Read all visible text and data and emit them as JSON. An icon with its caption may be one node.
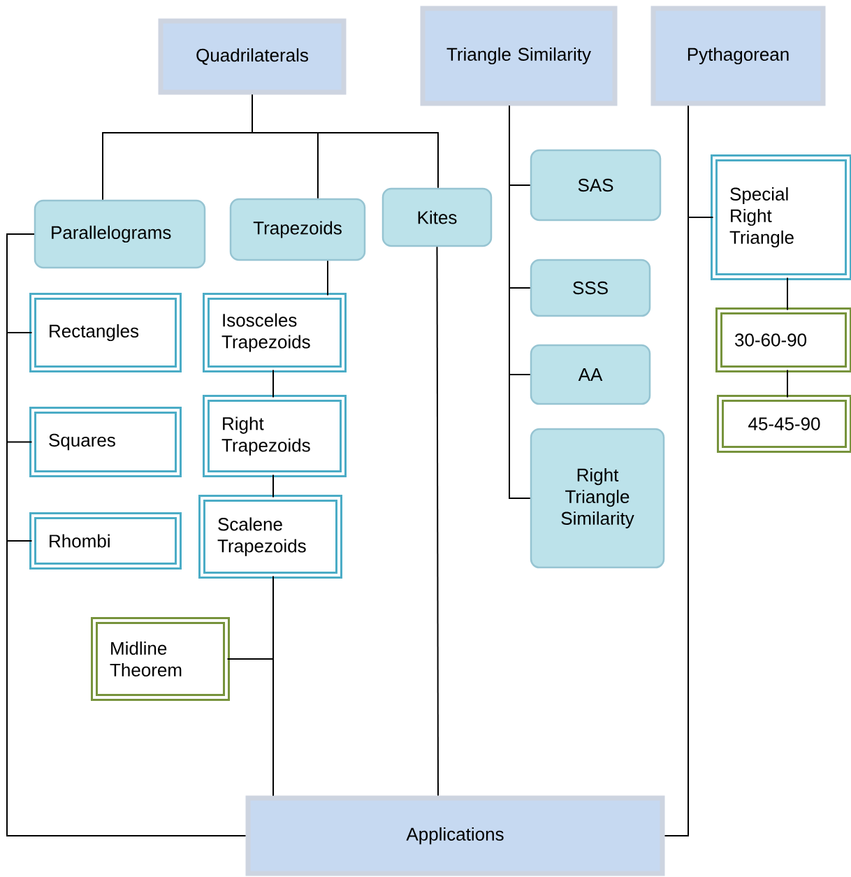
{
  "diagram": {
    "nodes": [
      {
        "text": [
          "Quadrilaterals"
        ]
      },
      {
        "text": [
          "Triangle Similarity"
        ]
      },
      {
        "text": [
          "Pythagorean"
        ]
      },
      {
        "text": [
          "Parallelograms"
        ]
      },
      {
        "text": [
          "Trapezoids"
        ]
      },
      {
        "text": [
          "Kites"
        ]
      },
      {
        "text": [
          "Rectangles"
        ]
      },
      {
        "text": [
          "Isosceles Trapezoids"
        ]
      },
      {
        "text": [
          "Squares"
        ]
      },
      {
        "text": [
          "Right Trapezoids"
        ]
      },
      {
        "text": [
          "Rhombi"
        ]
      },
      {
        "text": [
          "Scalene Trapezoids"
        ]
      },
      {
        "text": [
          "Midline Theorem"
        ]
      },
      {
        "text": [
          "SAS"
        ]
      },
      {
        "text": [
          "SSS"
        ]
      },
      {
        "text": [
          "AA"
        ]
      },
      {
        "text": [
          "Right Triangle Similarity"
        ]
      },
      {
        "text": [
          "Special Right Triangle"
        ]
      },
      {
        "text": [
          "30-60-90"
        ]
      },
      {
        "text": [
          "45-45-90"
        ]
      },
      {
        "text": [
          "Applications"
        ]
      }
    ],
    "edges": [
      {
        "from": 0,
        "to": 3,
        "arrow": "none"
      },
      {
        "from": 0,
        "to": 4,
        "arrow": "none"
      },
      {
        "from": 0,
        "to": 5,
        "arrow": "none"
      },
      {
        "from": 3,
        "to": 6,
        "arrow": "none"
      },
      {
        "from": 3,
        "to": 8,
        "arrow": "none"
      },
      {
        "from": 3,
        "to": 10,
        "arrow": "none"
      },
      {
        "from": 3,
        "to": 20,
        "arrow": "none"
      },
      {
        "from": 4,
        "to": 7,
        "arrow": "none"
      },
      {
        "from": 7,
        "to": 9,
        "arrow": "none"
      },
      {
        "from": 9,
        "to": 11,
        "arrow": "none"
      },
      {
        "from": 11,
        "to": 20,
        "arrow": "none"
      },
      {
        "from": 12,
        "to": 20,
        "arrow": "none"
      },
      {
        "from": 5,
        "to": 20,
        "arrow": "none"
      },
      {
        "from": 1,
        "to": 13,
        "arrow": "none"
      },
      {
        "from": 1,
        "to": 14,
        "arrow": "none"
      },
      {
        "from": 1,
        "to": 15,
        "arrow": "none"
      },
      {
        "from": 1,
        "to": 16,
        "arrow": "none"
      },
      {
        "from": 2,
        "to": 17,
        "arrow": "none"
      },
      {
        "from": 2,
        "to": 20,
        "arrow": "none"
      },
      {
        "from": 17,
        "to": 18,
        "arrow": "none"
      },
      {
        "from": 18,
        "to": 19,
        "arrow": "none"
      }
    ]
  }
}
